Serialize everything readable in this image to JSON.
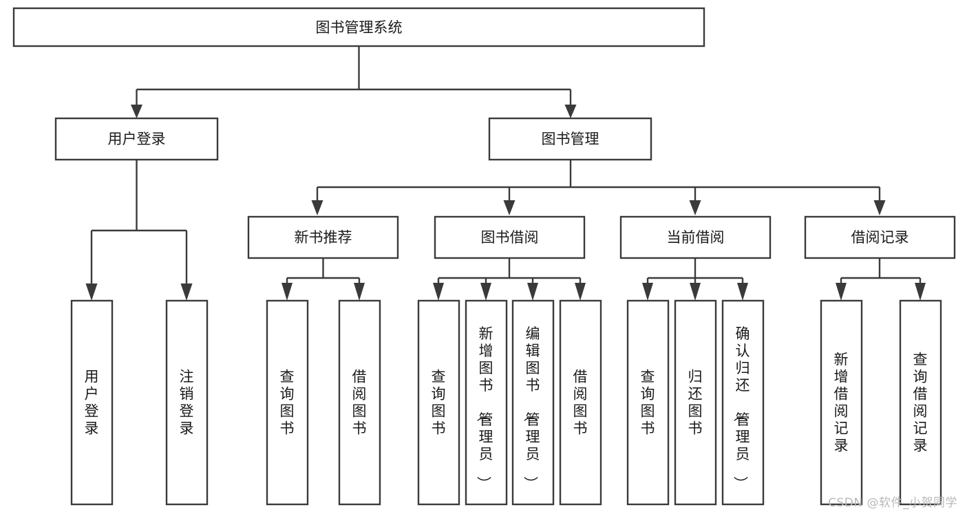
{
  "diagram": {
    "type": "tree-hierarchy",
    "title": "图书管理系统",
    "orientation": "top-down",
    "watermark": "CSDN @软件_小贺同学",
    "colors": {
      "stroke": "#3a3a3a",
      "fill": "#ffffff",
      "text": "#1a1a1a",
      "watermark": "#b9b9b9"
    },
    "levels": [
      {
        "level": 1,
        "nodes": [
          {
            "id": "root",
            "label": "图书管理系统",
            "orientation": "horizontal"
          }
        ]
      },
      {
        "level": 2,
        "nodes": [
          {
            "id": "login",
            "label": "用户登录",
            "orientation": "horizontal",
            "parent": "root"
          },
          {
            "id": "bookmgmt",
            "label": "图书管理",
            "orientation": "horizontal",
            "parent": "root"
          }
        ]
      },
      {
        "level": 3,
        "nodes": [
          {
            "id": "newbook",
            "label": "新书推荐",
            "orientation": "horizontal",
            "parent": "bookmgmt"
          },
          {
            "id": "borrow",
            "label": "图书借阅",
            "orientation": "horizontal",
            "parent": "bookmgmt"
          },
          {
            "id": "current",
            "label": "当前借阅",
            "orientation": "horizontal",
            "parent": "bookmgmt"
          },
          {
            "id": "record",
            "label": "借阅记录",
            "orientation": "horizontal",
            "parent": "bookmgmt"
          }
        ]
      },
      {
        "level": 4,
        "nodes": [
          {
            "id": "leaf-user-login",
            "label": "用户登录",
            "orientation": "vertical",
            "parent": "login"
          },
          {
            "id": "leaf-user-logout",
            "label": "注销登录",
            "orientation": "vertical",
            "parent": "login"
          },
          {
            "id": "leaf-query-book-1",
            "label": "查询图书",
            "orientation": "vertical",
            "parent": "newbook"
          },
          {
            "id": "leaf-borrow-book-1",
            "label": "借阅图书",
            "orientation": "vertical",
            "parent": "newbook"
          },
          {
            "id": "leaf-query-book-2",
            "label": "查询图书",
            "orientation": "vertical",
            "parent": "borrow"
          },
          {
            "id": "leaf-add-book",
            "label": "新增图书（管理员）",
            "orientation": "vertical",
            "parent": "borrow"
          },
          {
            "id": "leaf-edit-book",
            "label": "编辑图书（管理员）",
            "orientation": "vertical",
            "parent": "borrow"
          },
          {
            "id": "leaf-borrow-book-2",
            "label": "借阅图书",
            "orientation": "vertical",
            "parent": "borrow"
          },
          {
            "id": "leaf-query-book-3",
            "label": "查询图书",
            "orientation": "vertical",
            "parent": "current"
          },
          {
            "id": "leaf-return-book",
            "label": "归还图书",
            "orientation": "vertical",
            "parent": "current"
          },
          {
            "id": "leaf-confirm-return",
            "label": "确认归还（管理员）",
            "orientation": "vertical",
            "parent": "current"
          },
          {
            "id": "leaf-add-record",
            "label": "新增借阅记录",
            "orientation": "vertical",
            "parent": "record"
          },
          {
            "id": "leaf-query-record",
            "label": "查询借阅记录",
            "orientation": "vertical",
            "parent": "record"
          }
        ]
      }
    ]
  }
}
